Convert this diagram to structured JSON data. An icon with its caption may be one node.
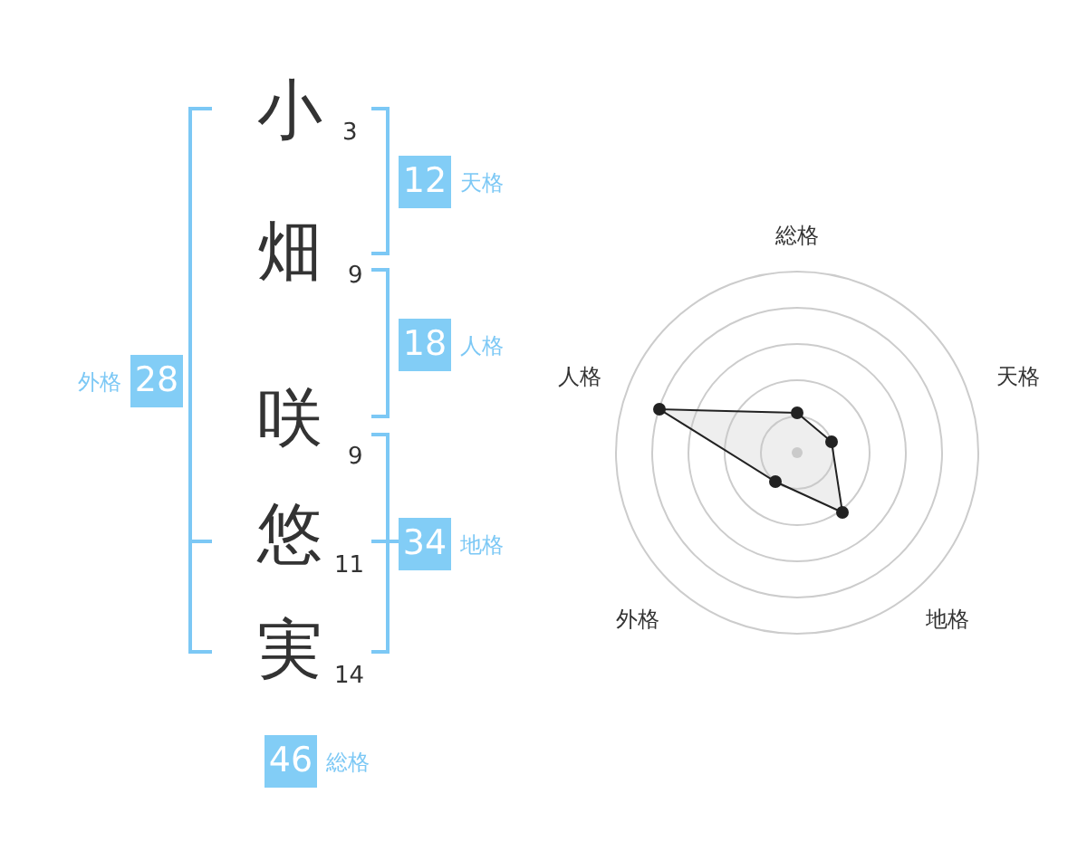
{
  "diagram": {
    "nodes": [
      {
        "text": [
          "12"
        ],
        "beside": [
          "天格"
        ]
      },
      {
        "text": [
          "18"
        ],
        "beside": [
          "人格"
        ]
      },
      {
        "text": [
          "28"
        ],
        "beside": [
          "外格"
        ]
      },
      {
        "text": [
          "34"
        ],
        "beside": [
          "地格"
        ]
      },
      {
        "text": [
          "46"
        ],
        "beside": [
          "総格"
        ]
      }
    ],
    "labels": [
      "小",
      "3",
      "畑",
      "9",
      "咲",
      "9",
      "悠",
      "11",
      "実",
      "14",
      "総格",
      "人格",
      "天格",
      "外格",
      "地格"
    ]
  }
}
